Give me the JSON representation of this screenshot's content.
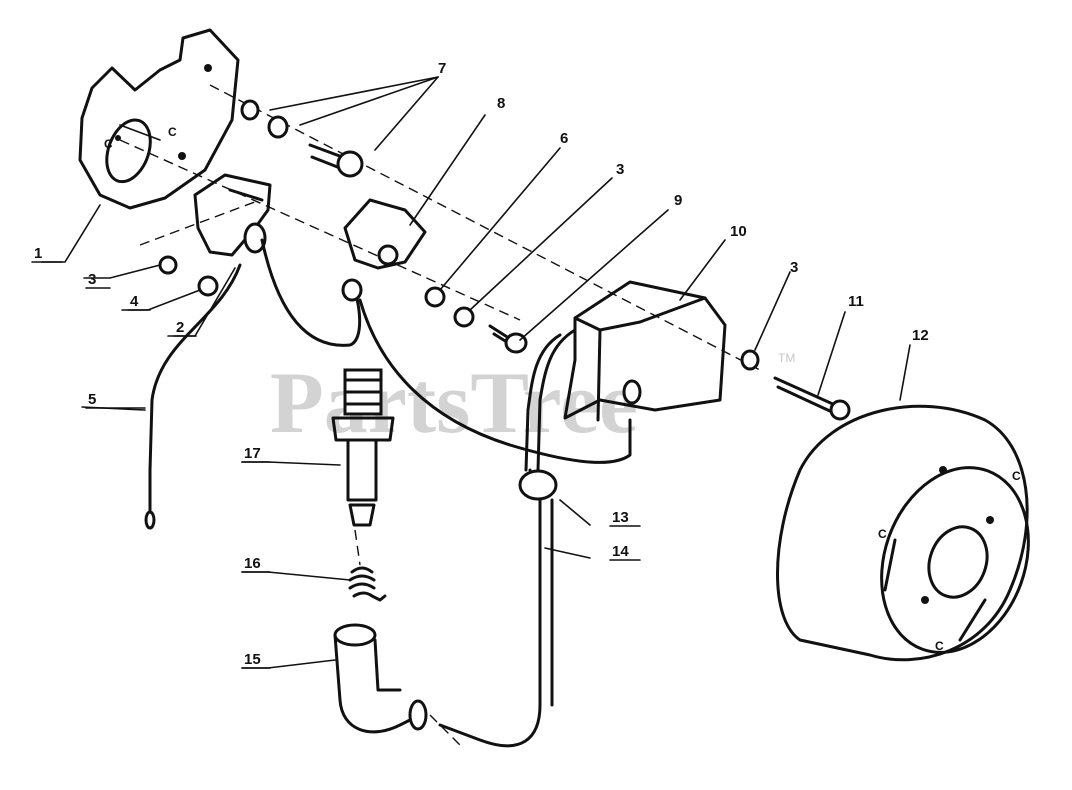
{
  "diagram": {
    "watermark": "PartsTree",
    "watermark_mark": "TM",
    "callouts": [
      {
        "id": "c1",
        "label": "1"
      },
      {
        "id": "c2",
        "label": "2"
      },
      {
        "id": "c3a",
        "label": "3"
      },
      {
        "id": "c3b",
        "label": "3"
      },
      {
        "id": "c3c",
        "label": "3"
      },
      {
        "id": "c4",
        "label": "4"
      },
      {
        "id": "c5",
        "label": "5"
      },
      {
        "id": "c6",
        "label": "6"
      },
      {
        "id": "c7",
        "label": "7"
      },
      {
        "id": "c8",
        "label": "8"
      },
      {
        "id": "c9",
        "label": "9"
      },
      {
        "id": "c10",
        "label": "10"
      },
      {
        "id": "c11",
        "label": "11"
      },
      {
        "id": "c12",
        "label": "12"
      },
      {
        "id": "c13",
        "label": "13"
      },
      {
        "id": "c14",
        "label": "14"
      },
      {
        "id": "c15",
        "label": "15"
      },
      {
        "id": "c16",
        "label": "16"
      },
      {
        "id": "c17",
        "label": "17"
      }
    ]
  }
}
